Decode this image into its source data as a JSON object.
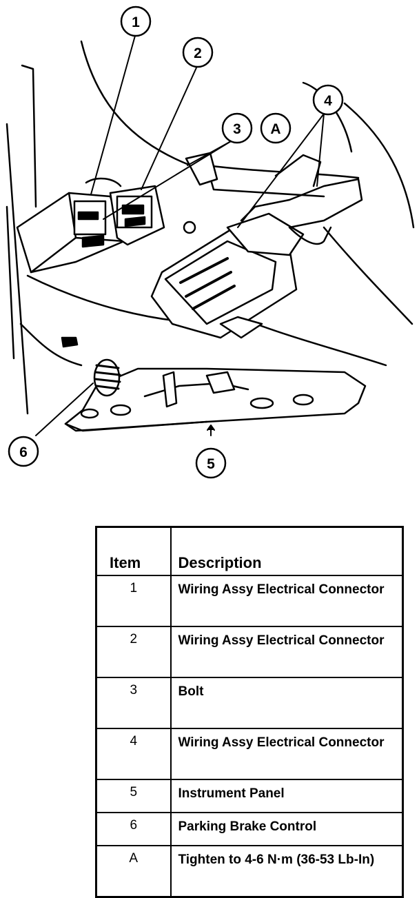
{
  "callouts": [
    "1",
    "2",
    "3",
    "A",
    "4",
    "6",
    "5"
  ],
  "legend": {
    "header_item": "Item",
    "header_description": "Description",
    "rows": [
      {
        "item": "1",
        "description": "Wiring Assy Electrical Connector"
      },
      {
        "item": "2",
        "description": "Wiring Assy Electrical Connector"
      },
      {
        "item": "3",
        "description": "Bolt"
      },
      {
        "item": "4",
        "description": "Wiring Assy Electrical Connector"
      },
      {
        "item": "5",
        "description": "Instrument Panel"
      },
      {
        "item": "6",
        "description": "Parking Brake Control"
      },
      {
        "item": "A",
        "description": "Tighten to 4-6 N·m (36-53 Lb-In)"
      }
    ]
  }
}
